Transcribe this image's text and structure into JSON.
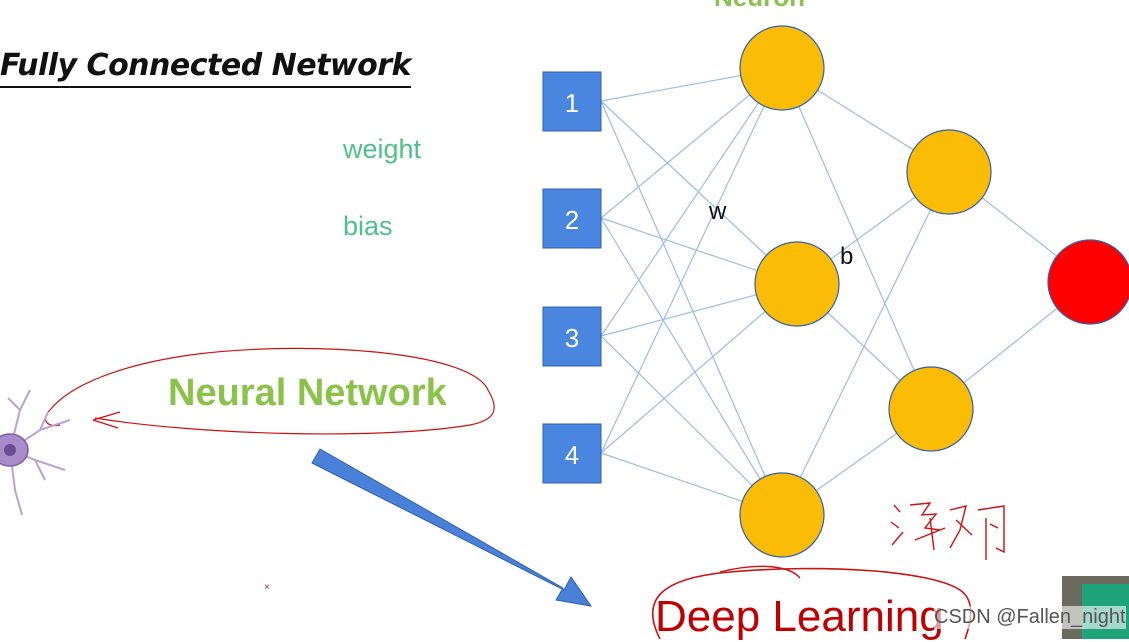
{
  "title": "Fully Connected Network",
  "terms": {
    "weight": "weight",
    "bias": "bias"
  },
  "neural_network_label": "Neural Network",
  "neuron_label": "Neuron",
  "deep_learning_label": "Deep Learning",
  "input_nodes": [
    "1",
    "2",
    "3",
    "4"
  ],
  "w_label": "w",
  "b_label": "b",
  "watermark": "CSDN @Fallen_night",
  "colors": {
    "input_box": "#4a86e0",
    "neuron_fill": "#fbbc05",
    "output_fill": "#ff0000",
    "edge": "#9dbce5",
    "arrow": "#4a80d8",
    "annotation": "#cc1111",
    "term_text": "#4fc089",
    "highlight_text": "#8bc34a"
  }
}
